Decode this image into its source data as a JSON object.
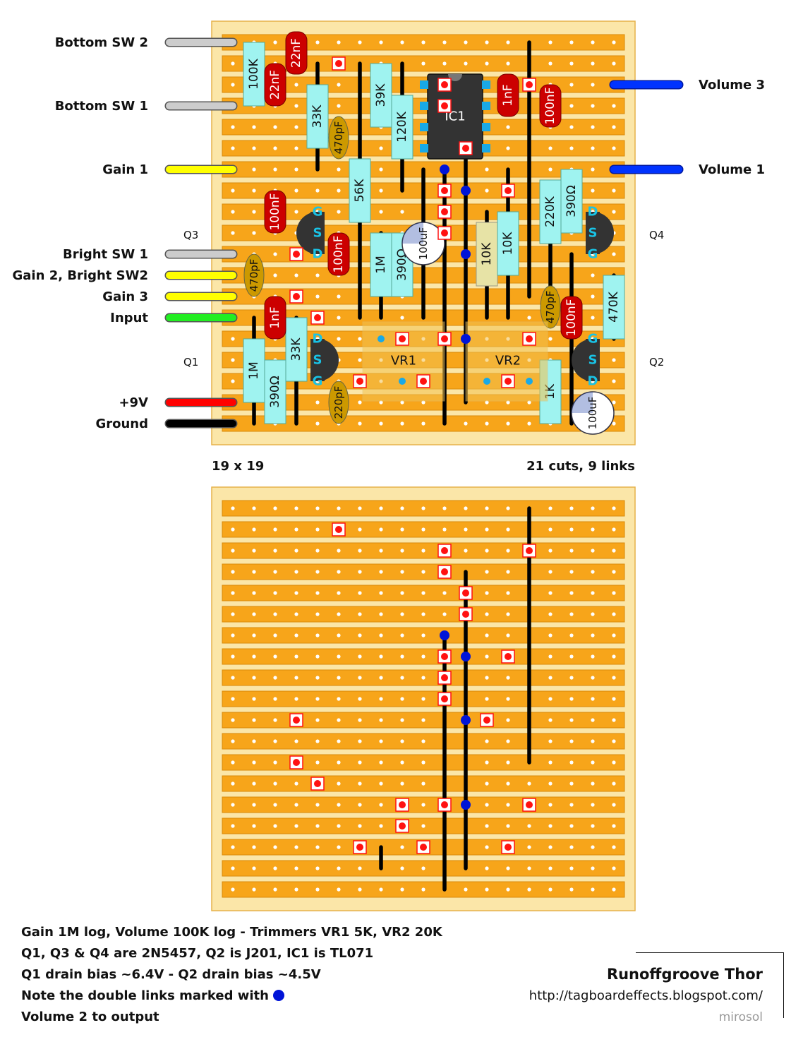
{
  "wire_labels_left": [
    {
      "text": "Bottom SW 2",
      "color": "#cccccc"
    },
    {
      "text": "Bottom SW 1",
      "color": "#cccccc"
    },
    {
      "text": "Gain 1",
      "color": "#ffff00"
    },
    {
      "text": "Bright SW 1",
      "color": "#cccccc"
    },
    {
      "text": "Gain 2, Bright SW2",
      "color": "#ffff00"
    },
    {
      "text": "Gain 3",
      "color": "#ffff00"
    },
    {
      "text": "Input",
      "color": "#22ee22"
    },
    {
      "text": "+9V",
      "color": "#ff0000"
    },
    {
      "text": "Ground",
      "color": "#000000"
    }
  ],
  "wire_labels_right": [
    {
      "text": "Volume 3",
      "color": "#0033ff"
    },
    {
      "text": "Volume 1",
      "color": "#0033ff"
    }
  ],
  "transistor_labels": [
    "Q3",
    "Q4",
    "Q1",
    "Q2"
  ],
  "pin_letters": {
    "g": "G",
    "s": "S",
    "d": "D"
  },
  "ic_label": "IC1",
  "trimmer_labels": [
    "VR1",
    "VR2"
  ],
  "resistors": [
    "100K",
    "33K",
    "39K",
    "120K",
    "56K",
    "1M",
    "390Ω",
    "10K",
    "10K",
    "220K",
    "390Ω",
    "470K",
    "1M",
    "390Ω",
    "33K",
    "1K"
  ],
  "film_caps": [
    "22nF",
    "22nF",
    "1nF",
    "100nF",
    "100nF",
    "100nF",
    "1nF",
    "100nF"
  ],
  "ceramic_caps": [
    "470pF",
    "470pF",
    "470pF",
    "220pF"
  ],
  "electrolytic_caps": [
    "100uF",
    "100uF"
  ],
  "board_size": "19 x 19",
  "cuts_links": "21 cuts, 9 links",
  "notes": [
    "Gain 1M log, Volume 100K log - Trimmers VR1 5K, VR2 20K",
    "Q1, Q3 & Q4 are 2N5457, Q2 is J201, IC1 is TL071",
    "Q1 drain bias ~6.4V - Q2 drain bias ~4.5V",
    "Note the double links marked with",
    "Volume 2 to output"
  ],
  "credit": {
    "title": "Runoffgroove Thor",
    "url": "http://tagboardeffects.blogspot.com/",
    "author": "mirosol"
  },
  "colors": {
    "board": "#fbe6a8",
    "strip": "#f7a51a",
    "hole": "#ffffff",
    "resistor": "#9ff3f0",
    "film_cap": "#cc0000",
    "ceramic_cap": "#cc9900",
    "link": "#000000",
    "double_link_dot": "#0014d8",
    "cut": "#ff1111",
    "transistor": "#333333"
  }
}
